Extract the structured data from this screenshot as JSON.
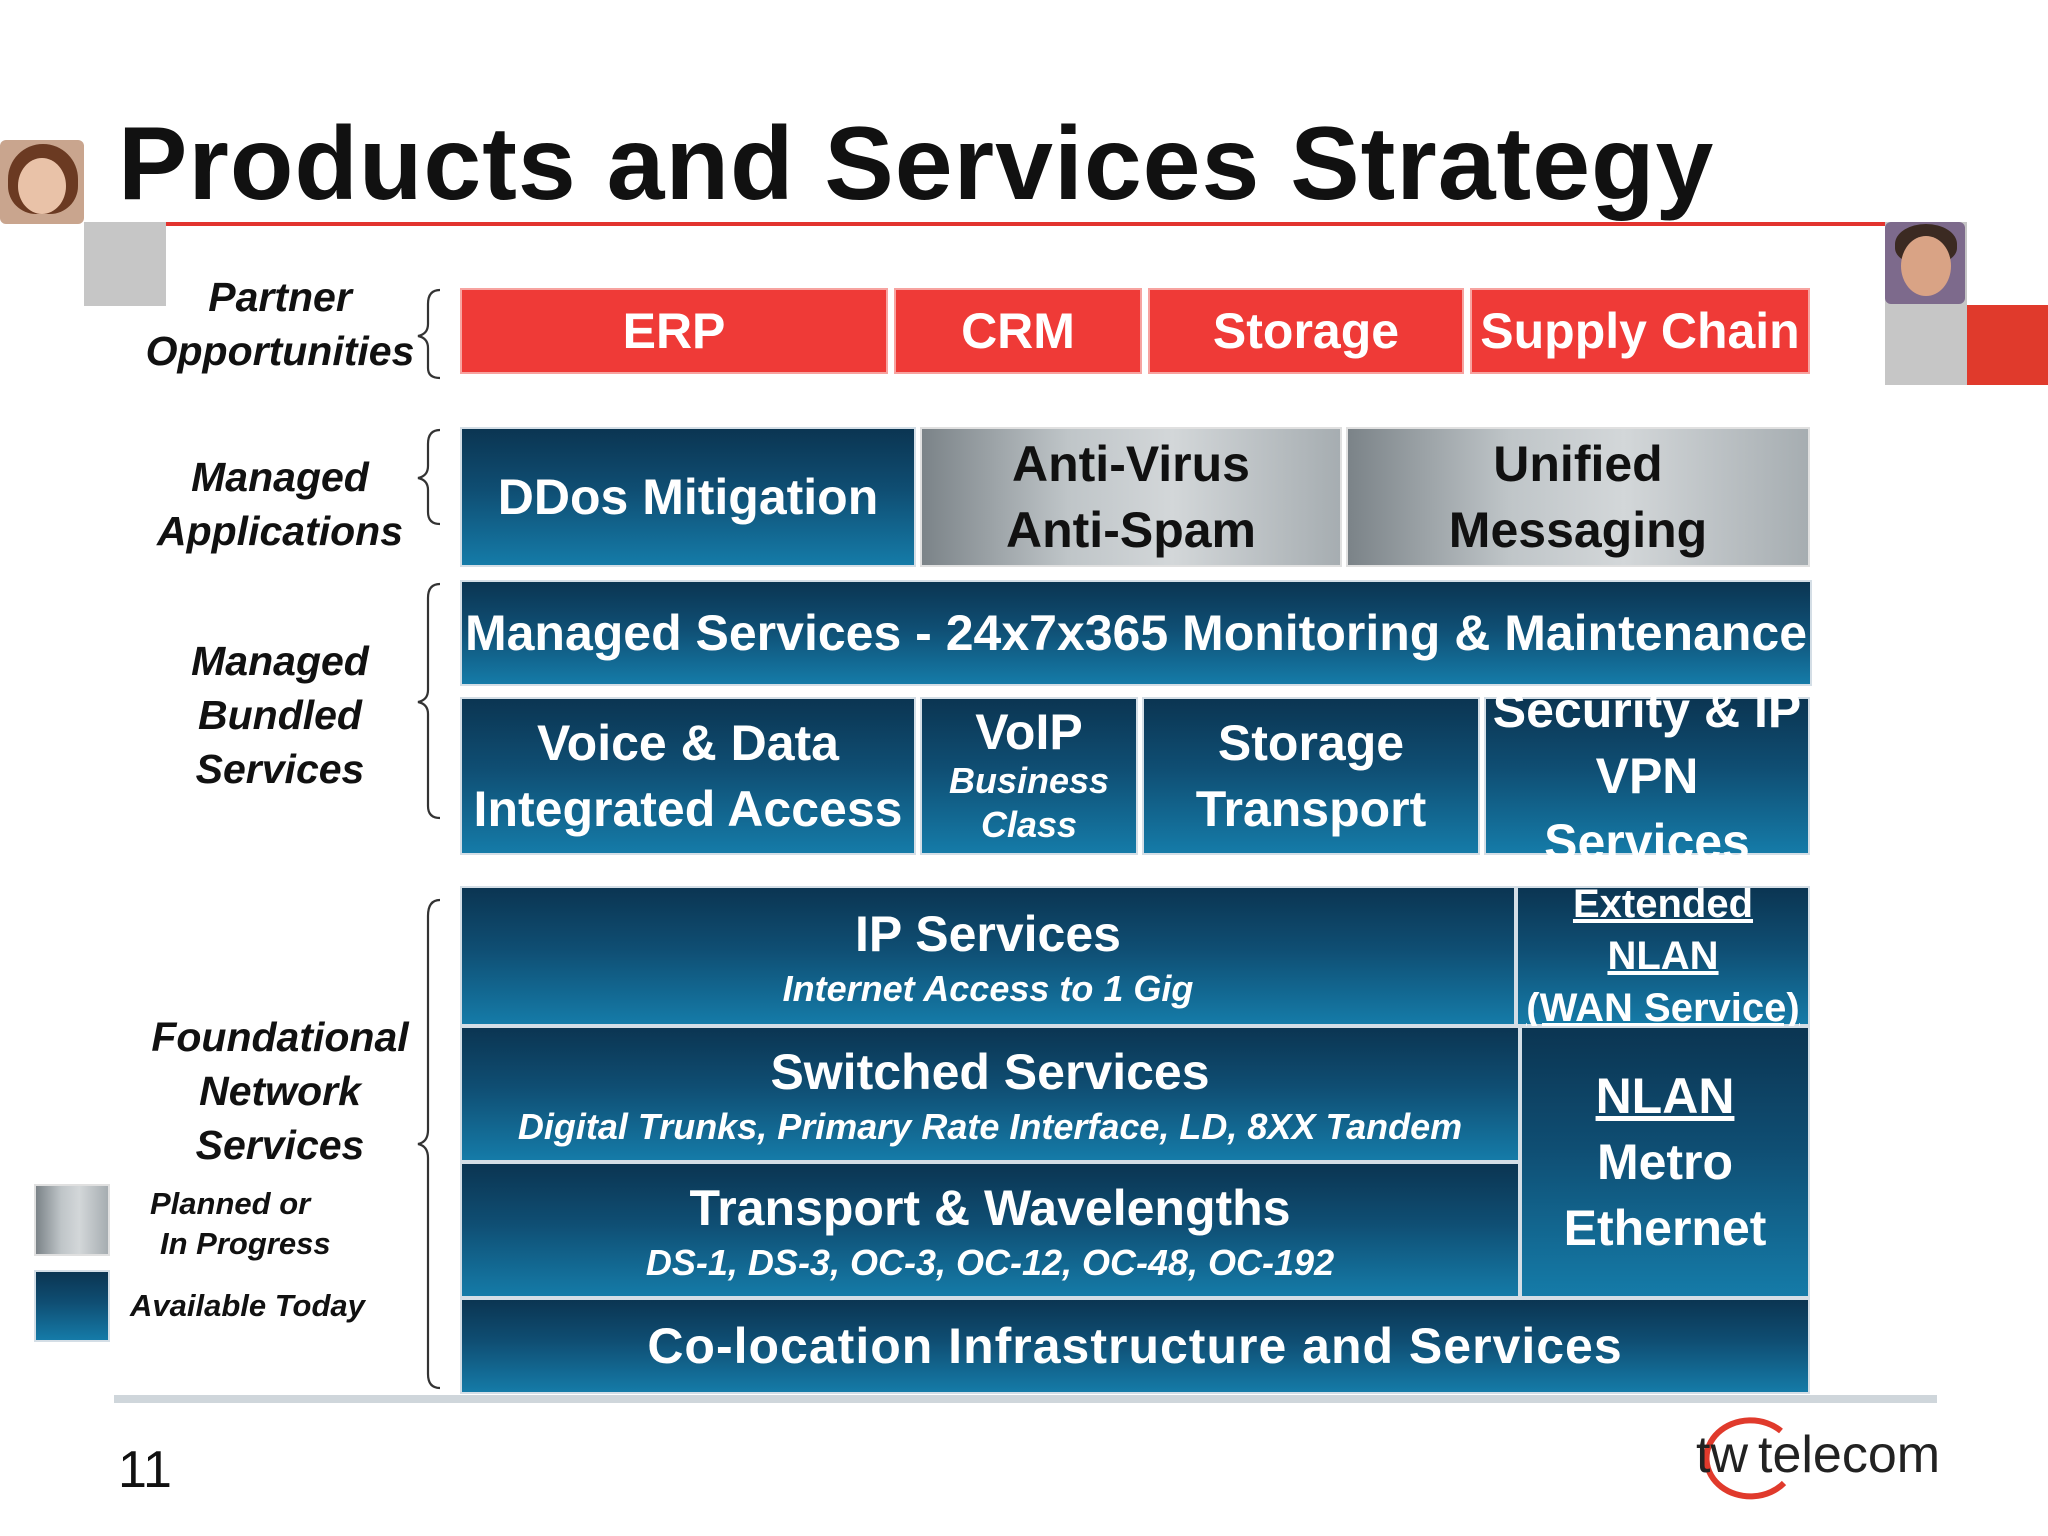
{
  "title": "Products and Services Strategy",
  "categories": {
    "partner": [
      "Partner",
      "Opportunities"
    ],
    "managed_apps": [
      "Managed",
      "Applications"
    ],
    "bundled": [
      "Managed",
      "Bundled",
      "Services"
    ],
    "foundational": [
      "Foundational",
      "Network",
      "Services"
    ]
  },
  "partner_boxes": [
    "ERP",
    "CRM",
    "Storage",
    "Supply Chain"
  ],
  "managed_apps": {
    "ddos": "DDos Mitigation",
    "antivirus": [
      "Anti-Virus",
      "Anti-Spam"
    ],
    "unified": [
      "Unified",
      "Messaging"
    ]
  },
  "managed_services": "Managed Services - 24x7x365 Monitoring & Maintenance",
  "bundled": {
    "voice": [
      "Voice & Data",
      "Integrated Access"
    ],
    "voip": [
      "VoIP",
      "Business",
      "Class"
    ],
    "storage": [
      "Storage",
      "Transport"
    ],
    "security": [
      "Security & IP",
      "VPN Services"
    ]
  },
  "foundational": {
    "ip_title": "IP Services",
    "ip_sub": "Internet Access to 1 Gig",
    "ext_nlan": [
      "Extended NLAN",
      "(WAN Service)"
    ],
    "switched_title": "Switched Services",
    "switched_sub": "Digital Trunks, Primary Rate Interface, LD, 8XX Tandem",
    "nlan": [
      "NLAN",
      "Metro",
      "Ethernet"
    ],
    "transport_title": "Transport & Wavelengths",
    "transport_sub": "DS-1, DS-3, OC-3, OC-12, OC-48, OC-192",
    "colocation": "Co-location Infrastructure and Services"
  },
  "legend": {
    "planned": [
      "Planned or",
      "In Progress"
    ],
    "available": "Available Today"
  },
  "page_number": "11",
  "logo": {
    "tw": "tw",
    "telecom": "telecom"
  },
  "colors": {
    "accent_red": "#ef3a37",
    "available_blue": "#0f4e73",
    "planned_grey": "#bfc5c8"
  }
}
